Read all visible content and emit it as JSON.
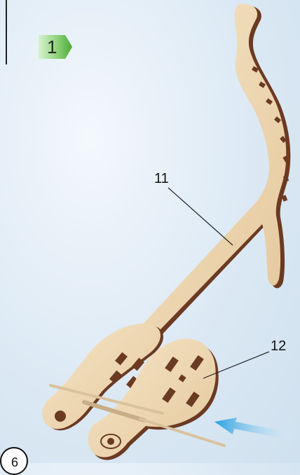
{
  "step": {
    "number": "1"
  },
  "callouts": {
    "lever": "11",
    "wheel": "12"
  },
  "corner": {
    "text": "6"
  },
  "colors": {
    "plywood": "#eed8b4",
    "plywood_edge": "#6b3a22",
    "badge_green": "#5fb84a",
    "arrow_blue": "#2a9fe0"
  },
  "icons": [
    "step-badge-icon",
    "direction-arrow-icon"
  ]
}
